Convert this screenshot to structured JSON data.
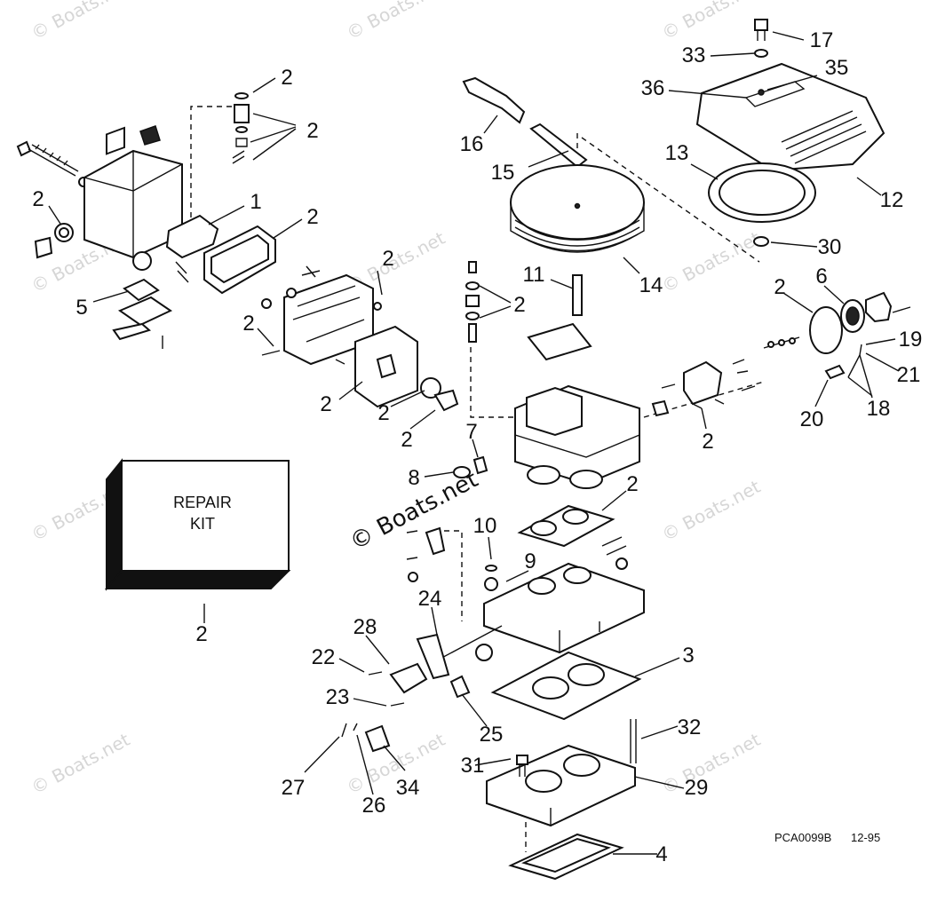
{
  "labels": {
    "l1": "1",
    "l2a": "2",
    "l2b": "2",
    "l2c": "2",
    "l2d": "2",
    "l2e": "2",
    "l2f": "2",
    "l2g": "2",
    "l2h": "2",
    "l2i": "2",
    "l2j": "2",
    "l2k": "2",
    "l2l": "2",
    "l2m": "2",
    "l3": "3",
    "l4": "4",
    "l5": "5",
    "l6": "6",
    "l7": "7",
    "l8": "8",
    "l9": "9",
    "l10": "10",
    "l11": "11",
    "l12": "12",
    "l13": "13",
    "l14": "14",
    "l15": "15",
    "l16": "16",
    "l17": "17",
    "l18": "18",
    "l19": "19",
    "l20": "20",
    "l21": "21",
    "l22": "22",
    "l23": "23",
    "l24": "24",
    "l25": "25",
    "l26": "26",
    "l27": "27",
    "l28": "28",
    "l29": "29",
    "l30": "30",
    "l31": "31",
    "l32": "32",
    "l33": "33",
    "l34": "34",
    "l35": "35",
    "l36": "36"
  },
  "repair_kit": {
    "line1": "REPAIR",
    "line2": "KIT"
  },
  "drawing_code": "PCA0099B",
  "drawing_date": "12-95",
  "watermark": "© Boats.net",
  "colors": {
    "ink": "#111111",
    "paper": "#ffffff",
    "watermark": "#c9c9c9"
  }
}
